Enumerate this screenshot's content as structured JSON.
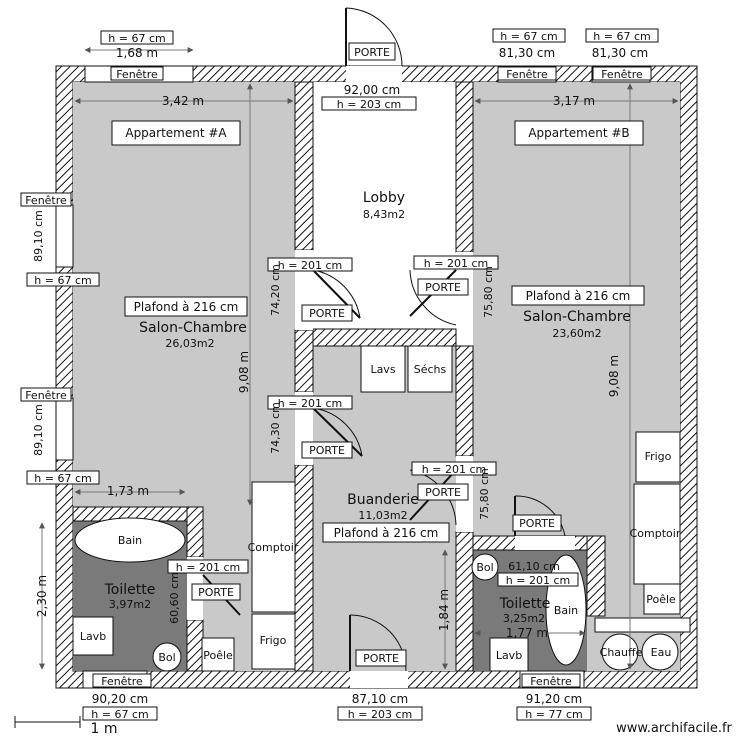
{
  "rooms": {
    "appt_a": "Appartement #A",
    "appt_b": "Appartement #B",
    "lobby_name": "Lobby",
    "lobby_area": "8,43m2",
    "salon_a_name": "Salon-Chambre",
    "salon_a_area": "26,03m2",
    "salon_b_name": "Salon-Chambre",
    "salon_b_area": "23,60m2",
    "buanderie_name": "Buanderie",
    "buanderie_area": "11,03m2",
    "toilette_a_name": "Toilette",
    "toilette_a_area": "3,97m2",
    "toilette_b_name": "Toilette",
    "toilette_b_area": "3,25m2"
  },
  "ceiling": "Plafond à 216 cm",
  "fixtures": {
    "lavs": "Lavs",
    "sechs": "Séchs",
    "bain": "Bain",
    "lavb": "Lavb",
    "bol": "Bol",
    "poele": "Poêle",
    "frigo": "Frigo",
    "comptoir": "Comptoir",
    "chauffe": "Chauffe",
    "eau": "Eau"
  },
  "labels": {
    "porte": "PORTE",
    "fenetre": "Fenêtre"
  },
  "dims": {
    "h67": "h = 67 cm",
    "h201": "h = 201 cm",
    "h203": "h = 203 cm",
    "h77": "h = 77 cm",
    "w168": "1,68 m",
    "w8130": "81,30 cm",
    "w9200": "92,00 cm",
    "w342": "3,42 m",
    "w317": "3,17 m",
    "w8910": "89,10 cm",
    "w7420": "74,20 cm",
    "w7430": "74,30 cm",
    "w7580": "75,80 cm",
    "w908": "9,08 m",
    "w173": "1,73 m",
    "w230": "2,30 m",
    "w6060": "60,60 cm",
    "w184": "1,84 m",
    "w6110": "61,10 cm",
    "w177": "1,77 m",
    "w9020": "90,20 cm",
    "w8710": "87,10 cm",
    "w9120": "91,20 cm"
  },
  "scale": "1 m",
  "watermark": "www.archifacile.fr"
}
